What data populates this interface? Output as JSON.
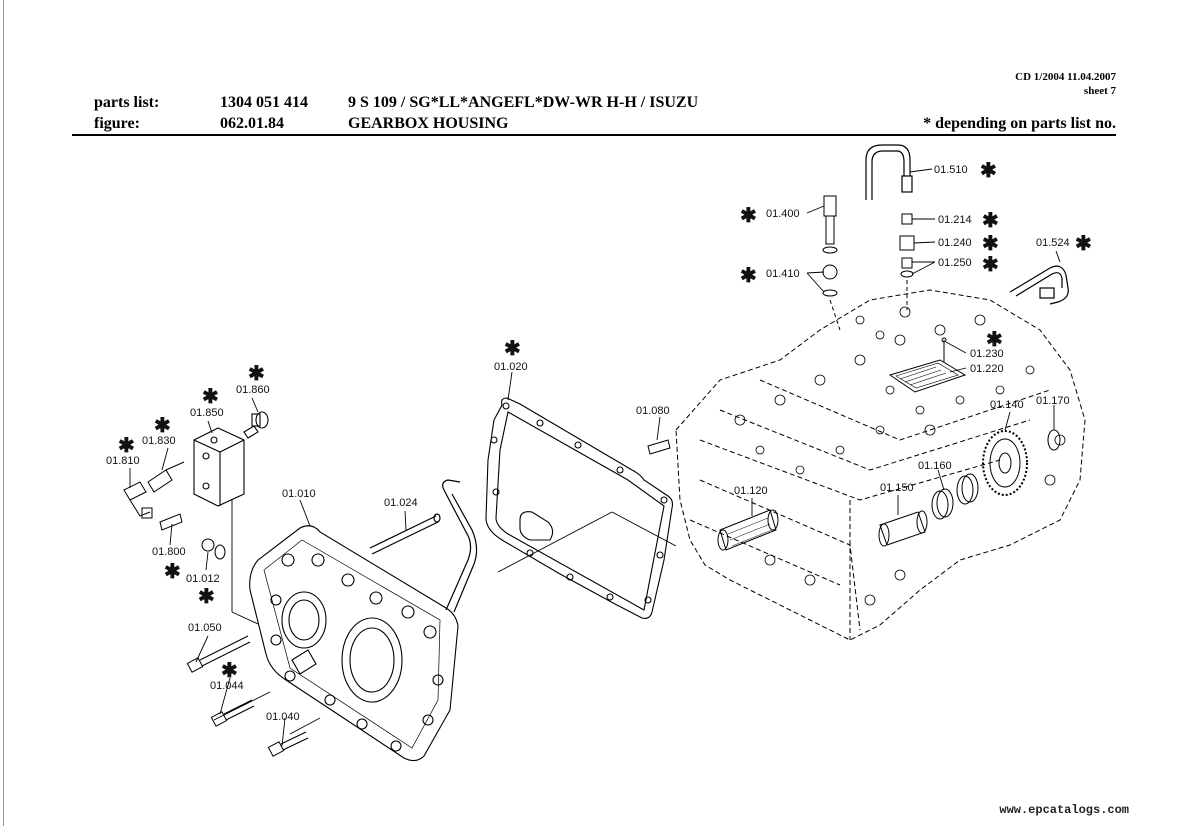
{
  "header": {
    "cd_line": "CD 1/2004 11.04.2007",
    "sheet": "sheet 7",
    "parts_list_label": "parts list:",
    "parts_list_no": "1304 051 414",
    "parts_list_desc": "9 S 109 / SG*LL*ANGEFL*DW-WR H-H / ISUZU",
    "figure_label": "figure:",
    "figure_no": "062.01.84",
    "figure_title": "GEARBOX HOUSING",
    "note": "*  depending on parts list no."
  },
  "star_symbol": "✱",
  "callouts": [
    {
      "id": "01.510"
    },
    {
      "id": "01.400"
    },
    {
      "id": "01.214"
    },
    {
      "id": "01.240"
    },
    {
      "id": "01.250"
    },
    {
      "id": "01.524"
    },
    {
      "id": "01.410"
    },
    {
      "id": "01.230"
    },
    {
      "id": "01.220"
    },
    {
      "id": "01.020"
    },
    {
      "id": "01.080"
    },
    {
      "id": "01.140"
    },
    {
      "id": "01.170"
    },
    {
      "id": "01.860"
    },
    {
      "id": "01.850"
    },
    {
      "id": "01.830"
    },
    {
      "id": "01.810"
    },
    {
      "id": "01.160"
    },
    {
      "id": "01.150"
    },
    {
      "id": "01.120"
    },
    {
      "id": "01.010"
    },
    {
      "id": "01.024"
    },
    {
      "id": "01.800"
    },
    {
      "id": "01.012"
    },
    {
      "id": "01.050"
    },
    {
      "id": "01.044"
    },
    {
      "id": "01.040"
    }
  ],
  "watermark": "www.epcatalogs.com"
}
